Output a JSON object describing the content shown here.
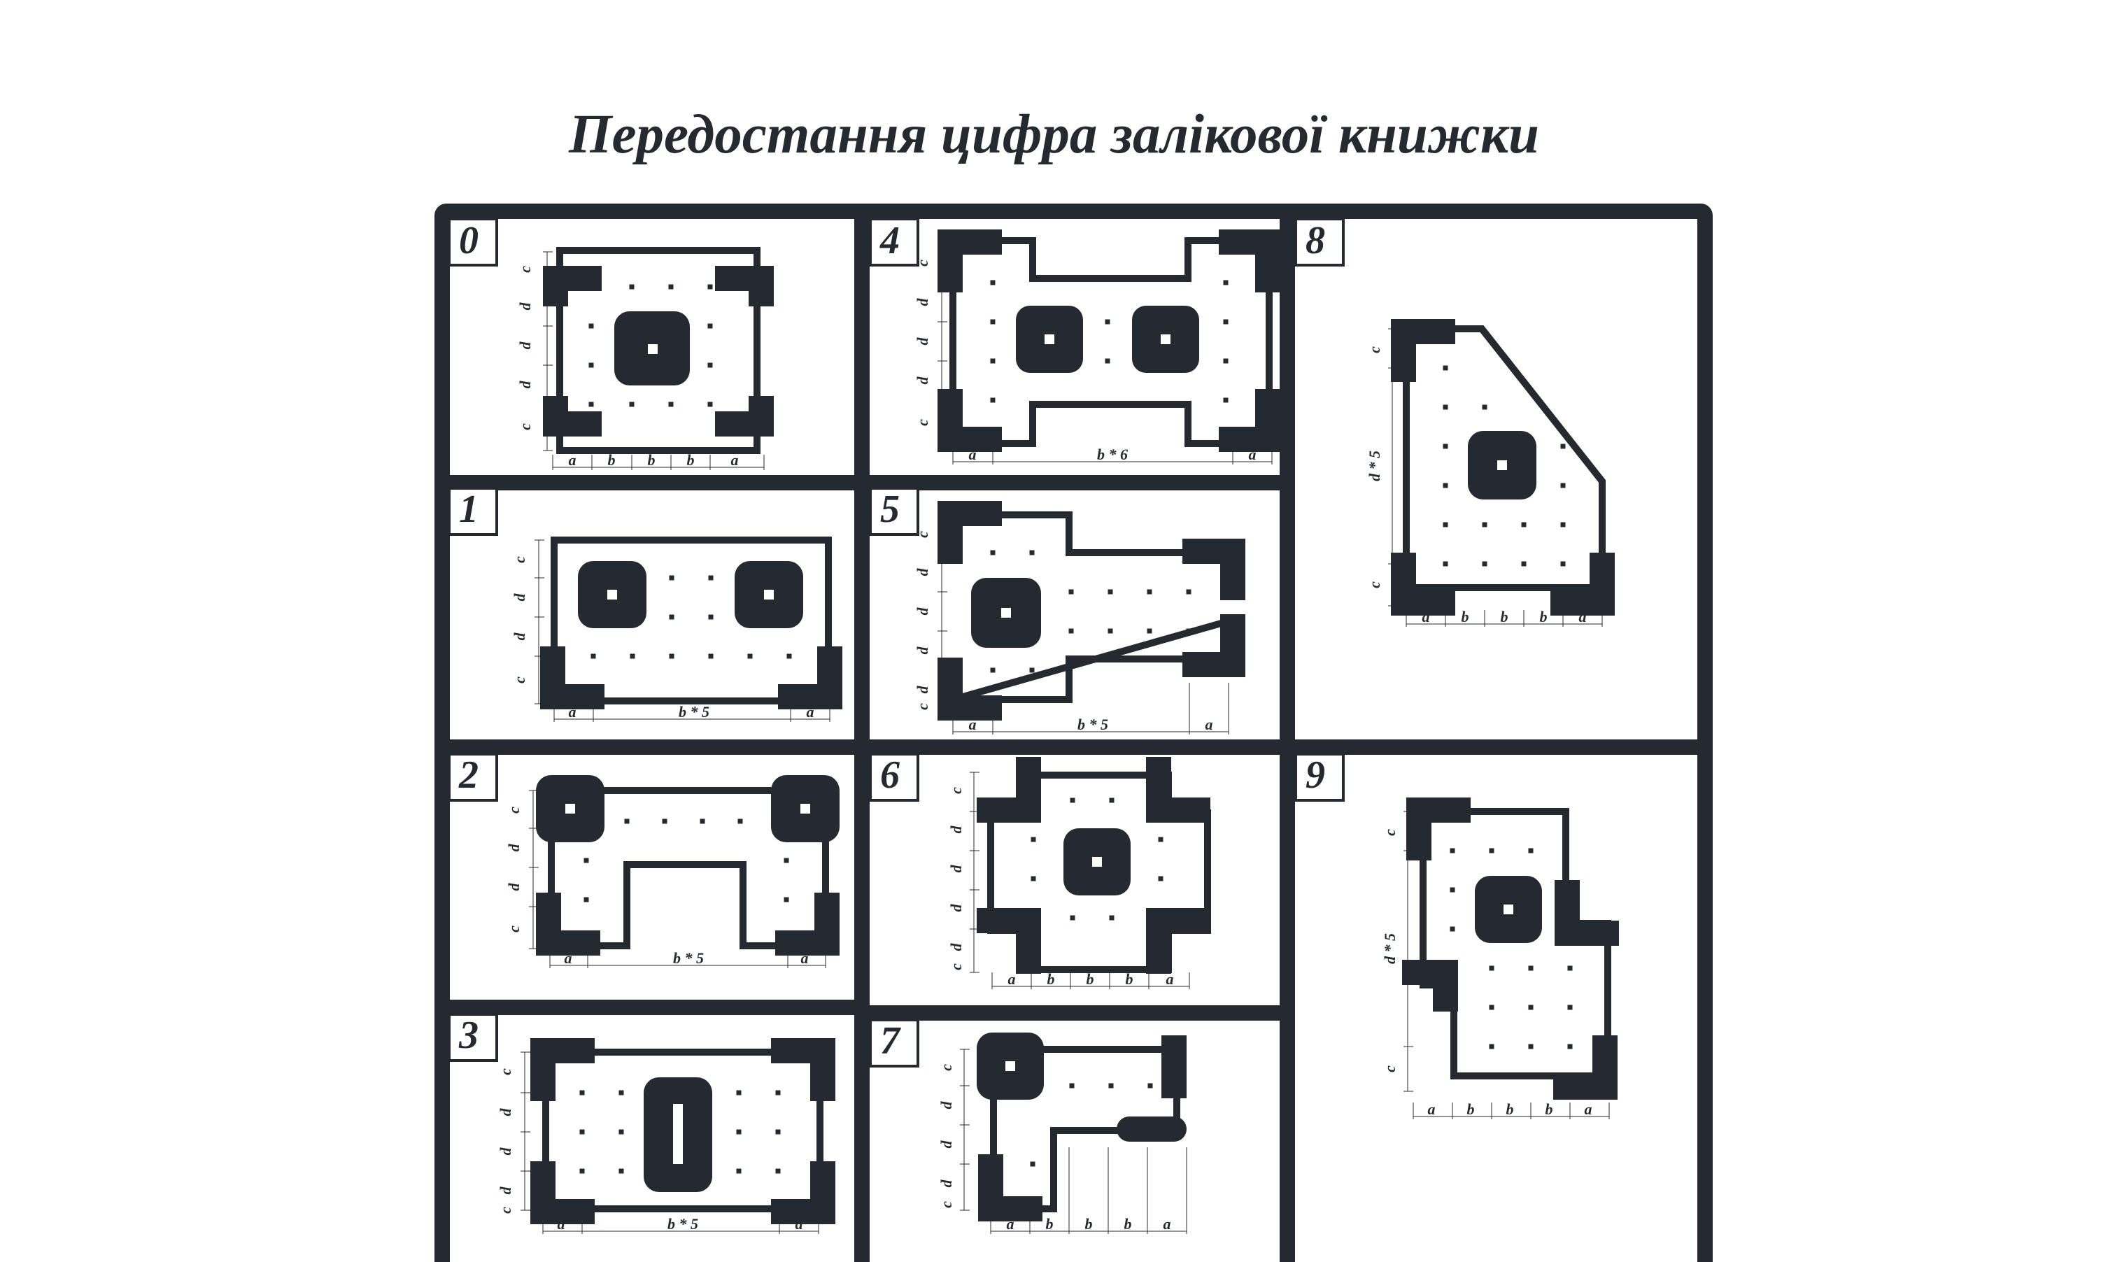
{
  "title": "Передостання цифра залікової книжки",
  "colors": {
    "ink": "#252a30",
    "paper": "#ffffff"
  },
  "cells": [
    {
      "id": "0",
      "number": "0",
      "shape": "rectangle, four corner columns, central square column",
      "dims_bottom": [
        "a",
        "b",
        "b",
        "b",
        "a"
      ],
      "dims_left": [
        "c",
        "d",
        "d",
        "d",
        "c"
      ]
    },
    {
      "id": "1",
      "number": "1",
      "shape": "rectangle, two bottom corner columns, two square columns",
      "dims_bottom": [
        "a",
        "b * 5",
        "a"
      ],
      "dims_left": [
        "c",
        "d",
        "d",
        "c"
      ]
    },
    {
      "id": "2",
      "number": "2",
      "shape": "rectangle with bottom notch, corner columns",
      "dims_bottom": [
        "a",
        "b * 5",
        "a"
      ],
      "dims_left": [
        "c",
        "d",
        "d",
        "c"
      ]
    },
    {
      "id": "3",
      "number": "3",
      "shape": "rectangle, corner columns, elongated central column",
      "dims_bottom": [
        "a",
        "b * 5",
        "a"
      ],
      "dims_left": [
        "c",
        "d",
        "d",
        "d",
        "c"
      ]
    },
    {
      "id": "4",
      "number": "4",
      "shape": "I-shaped hall, corner columns, two square columns",
      "dims_bottom": [
        "a",
        "b * 6",
        "a"
      ],
      "dims_left": [
        "c",
        "d",
        "d",
        "d",
        "c"
      ]
    },
    {
      "id": "5",
      "number": "5",
      "shape": "T-shaped hall, corner columns, one square column",
      "dims_bottom": [
        "a",
        "b * 5",
        "a"
      ],
      "dims_left": [
        "c",
        "d",
        "d",
        "d",
        "d",
        "c"
      ]
    },
    {
      "id": "6",
      "number": "6",
      "shape": "cross-shaped hall, L columns, central square column",
      "dims_bottom": [
        "a",
        "b",
        "b",
        "b",
        "a"
      ],
      "dims_left": [
        "c",
        "d",
        "d",
        "d",
        "d",
        "c"
      ]
    },
    {
      "id": "7",
      "number": "7",
      "shape": "L-shaped hall, corner columns",
      "dims_bottom": [
        "a",
        "b",
        "b",
        "b",
        "a"
      ],
      "dims_left": [
        "c",
        "d",
        "d",
        "d",
        "c"
      ]
    },
    {
      "id": "8",
      "number": "8",
      "shape": "pentagon with chamfered corner, central square column",
      "dims_bottom": [
        "a",
        "b",
        "b",
        "b",
        "a"
      ],
      "dims_left": [
        "c",
        "d * 5",
        "c"
      ]
    },
    {
      "id": "9",
      "number": "9",
      "shape": "stepped hall, central square column",
      "dims_bottom": [
        "a",
        "b",
        "b",
        "b",
        "a"
      ],
      "dims_left": [
        "c",
        "d * 5",
        "c"
      ]
    }
  ]
}
